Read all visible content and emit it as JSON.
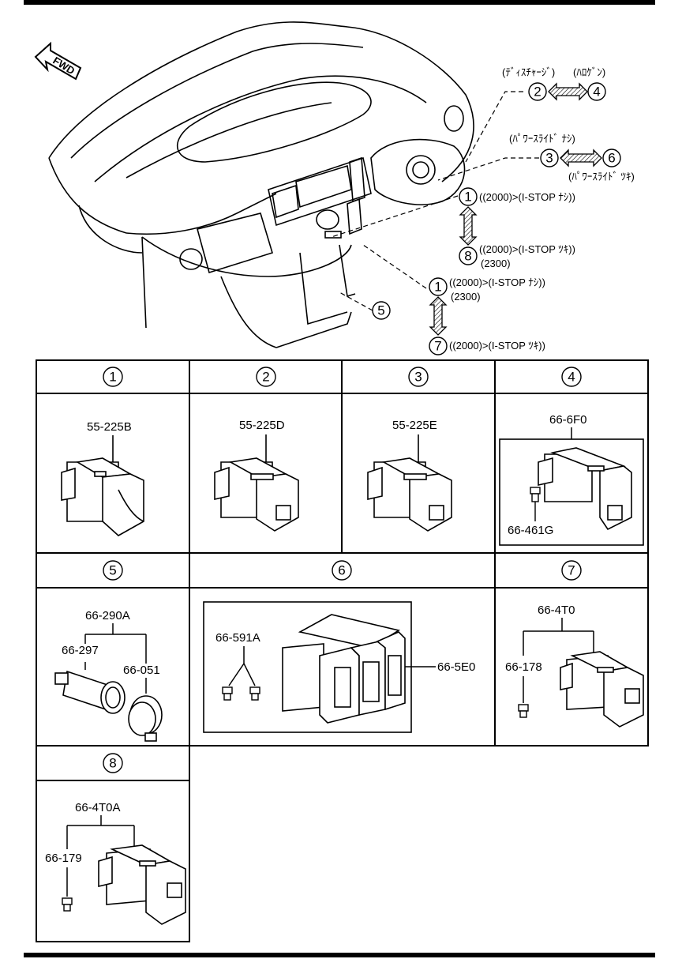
{
  "orientation": "FWD",
  "overview_callouts": {
    "c2": "2",
    "c4": "4",
    "c3": "3",
    "c6": "6",
    "c1a": "1",
    "c8": "8",
    "c1b": "1",
    "c7": "7",
    "c5": "5",
    "label_discharge": "(ﾃﾞｨｽﾁｬｰｼﾞ)",
    "label_halogen": "(ﾊﾛｹﾞﾝ)",
    "label_powerslide_nashi": "(ﾊﾟﾜｰｽﾗｲﾄﾞ ﾅｼ)",
    "label_powerslide_tsuki": "(ﾊﾟﾜｰｽﾗｲﾄﾞ ﾂｷ)",
    "label_c1a": "((2000)>(I-STOP ﾅｼ))",
    "label_c8_line1": "((2000)>(I-STOP ﾂｷ))",
    "label_c8_line2": "(2300)",
    "label_c1b_line1": "((2000)>(I-STOP ﾅｼ))",
    "label_c1b_line2": "(2300)",
    "label_c7": "((2000)>(I-STOP ﾂｷ))"
  },
  "grid": {
    "cell1": {
      "num": "1",
      "part": "55-225B"
    },
    "cell2": {
      "num": "2",
      "part": "55-225D"
    },
    "cell3": {
      "num": "3",
      "part": "55-225E"
    },
    "cell4": {
      "num": "4",
      "part_main": "66-6F0",
      "part_screw": "66-461G"
    },
    "cell5": {
      "num": "5",
      "part_assy": "66-290A",
      "part_socket": "66-297",
      "part_cap": "66-051"
    },
    "cell6": {
      "num": "6",
      "part_screw": "66-591A",
      "part_switch": "66-5E0"
    },
    "cell7": {
      "num": "7",
      "part_main": "66-4T0",
      "part_screw": "66-178"
    },
    "cell8": {
      "num": "8",
      "part_main": "66-4T0A",
      "part_screw": "66-179"
    }
  }
}
